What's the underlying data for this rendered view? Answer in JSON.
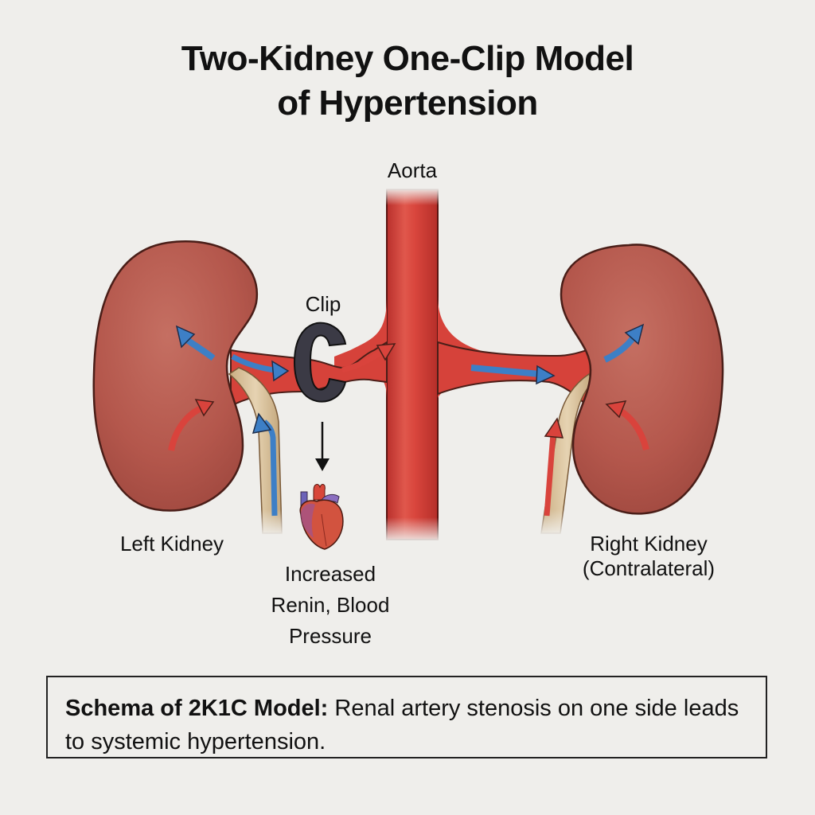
{
  "title": {
    "line1": "Two-Kidney One-Clip Model",
    "line2": "of Hypertension"
  },
  "labels": {
    "aorta": "Aorta",
    "clip": "Clip",
    "left_kidney": "Left Kidney",
    "right_kidney_line1": "Right Kidney",
    "right_kidney_line2": "(Contralateral)",
    "effect_line1": "Increased",
    "effect_line2": "Renin, Blood",
    "effect_line3": "Pressure"
  },
  "caption": {
    "bold": "Schema of 2K1C Model:",
    "text": " Renal artery stenosis on one side leads to systemic hypertension."
  },
  "colors": {
    "background": "#efeeeb",
    "kidney": "#b4574c",
    "artery": "#d6423a",
    "vein_arrow": "#3d7fc6",
    "artery_arrow": "#d9433c",
    "ureter": "#d9c29d",
    "clip": "#3b3a45",
    "outline": "#4a1e18"
  },
  "icons": [
    "kidney-left-illustration",
    "kidney-right-illustration",
    "aorta-vessel",
    "clip-icon",
    "heart-icon",
    "down-arrow-icon",
    "flow-arrow-icons"
  ]
}
